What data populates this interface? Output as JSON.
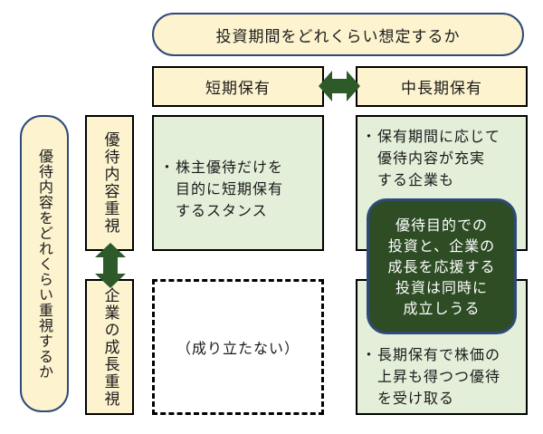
{
  "top_question": "投資期間をどれくらい想定するか",
  "left_question": "優待内容をどれくらい重視するか",
  "columns": {
    "short": "短期保有",
    "long": "中長期保有"
  },
  "rows": {
    "benefit": "優待内容重視",
    "growth": "企業の成長重視"
  },
  "cells": {
    "short_benefit": {
      "bullet": "・",
      "lines": [
        "株主優待だけを",
        "目的に短期保有",
        "するスタンス"
      ]
    },
    "long_benefit": {
      "bullet": "・",
      "lines": [
        "保有期間に応じて",
        "優待内容が充実",
        "する企業も"
      ]
    },
    "short_growth": "（成り立たない）",
    "long_growth": {
      "bullet": "・",
      "lines": [
        "長期保有で株価の",
        "上昇も得つつ優待",
        "を受け取る"
      ]
    }
  },
  "center": {
    "lines": [
      "優待目的での",
      "投資と、企業の",
      "成長を応援する",
      "投資は同時に",
      "成立しうる"
    ]
  },
  "colors": {
    "header_fill": "#fdf3cf",
    "cell_fill": "#e3efd9",
    "pill_border": "#2e4a78",
    "arrow": "#2e5a2a",
    "center_fill": "#2e4d25"
  }
}
